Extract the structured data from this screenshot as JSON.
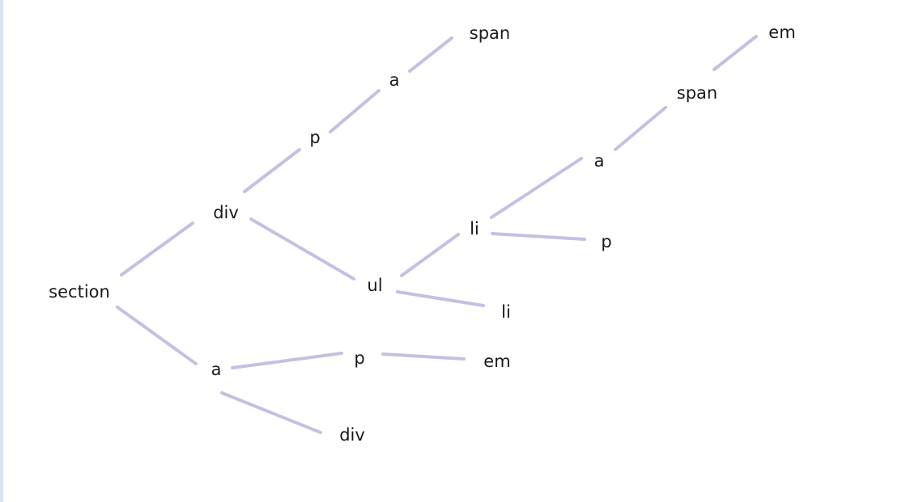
{
  "colors": {
    "edge": "#c4c0e2",
    "text": "#1a1a1a",
    "background": "#ffffff"
  },
  "nodes": [
    {
      "id": "section",
      "label": "section"
    },
    {
      "id": "div1",
      "label": "div"
    },
    {
      "id": "a1",
      "label": "a"
    },
    {
      "id": "p1",
      "label": "p"
    },
    {
      "id": "ul",
      "label": "ul"
    },
    {
      "id": "a2",
      "label": "a"
    },
    {
      "id": "span1",
      "label": "span"
    },
    {
      "id": "li1",
      "label": "li"
    },
    {
      "id": "li2",
      "label": "li"
    },
    {
      "id": "a3",
      "label": "a"
    },
    {
      "id": "p2",
      "label": "p"
    },
    {
      "id": "span2",
      "label": "span"
    },
    {
      "id": "em1",
      "label": "em"
    },
    {
      "id": "p3",
      "label": "p"
    },
    {
      "id": "em2",
      "label": "em"
    },
    {
      "id": "div2",
      "label": "div"
    }
  ],
  "edges": [
    [
      "section",
      "div1"
    ],
    [
      "section",
      "a1"
    ],
    [
      "div1",
      "p1"
    ],
    [
      "div1",
      "ul"
    ],
    [
      "p1",
      "a2"
    ],
    [
      "a2",
      "span1"
    ],
    [
      "ul",
      "li1"
    ],
    [
      "ul",
      "li2"
    ],
    [
      "li1",
      "a3"
    ],
    [
      "li1",
      "p2"
    ],
    [
      "a3",
      "span2"
    ],
    [
      "span2",
      "em1"
    ],
    [
      "a1",
      "p3"
    ],
    [
      "a1",
      "div2"
    ],
    [
      "p3",
      "em2"
    ]
  ]
}
